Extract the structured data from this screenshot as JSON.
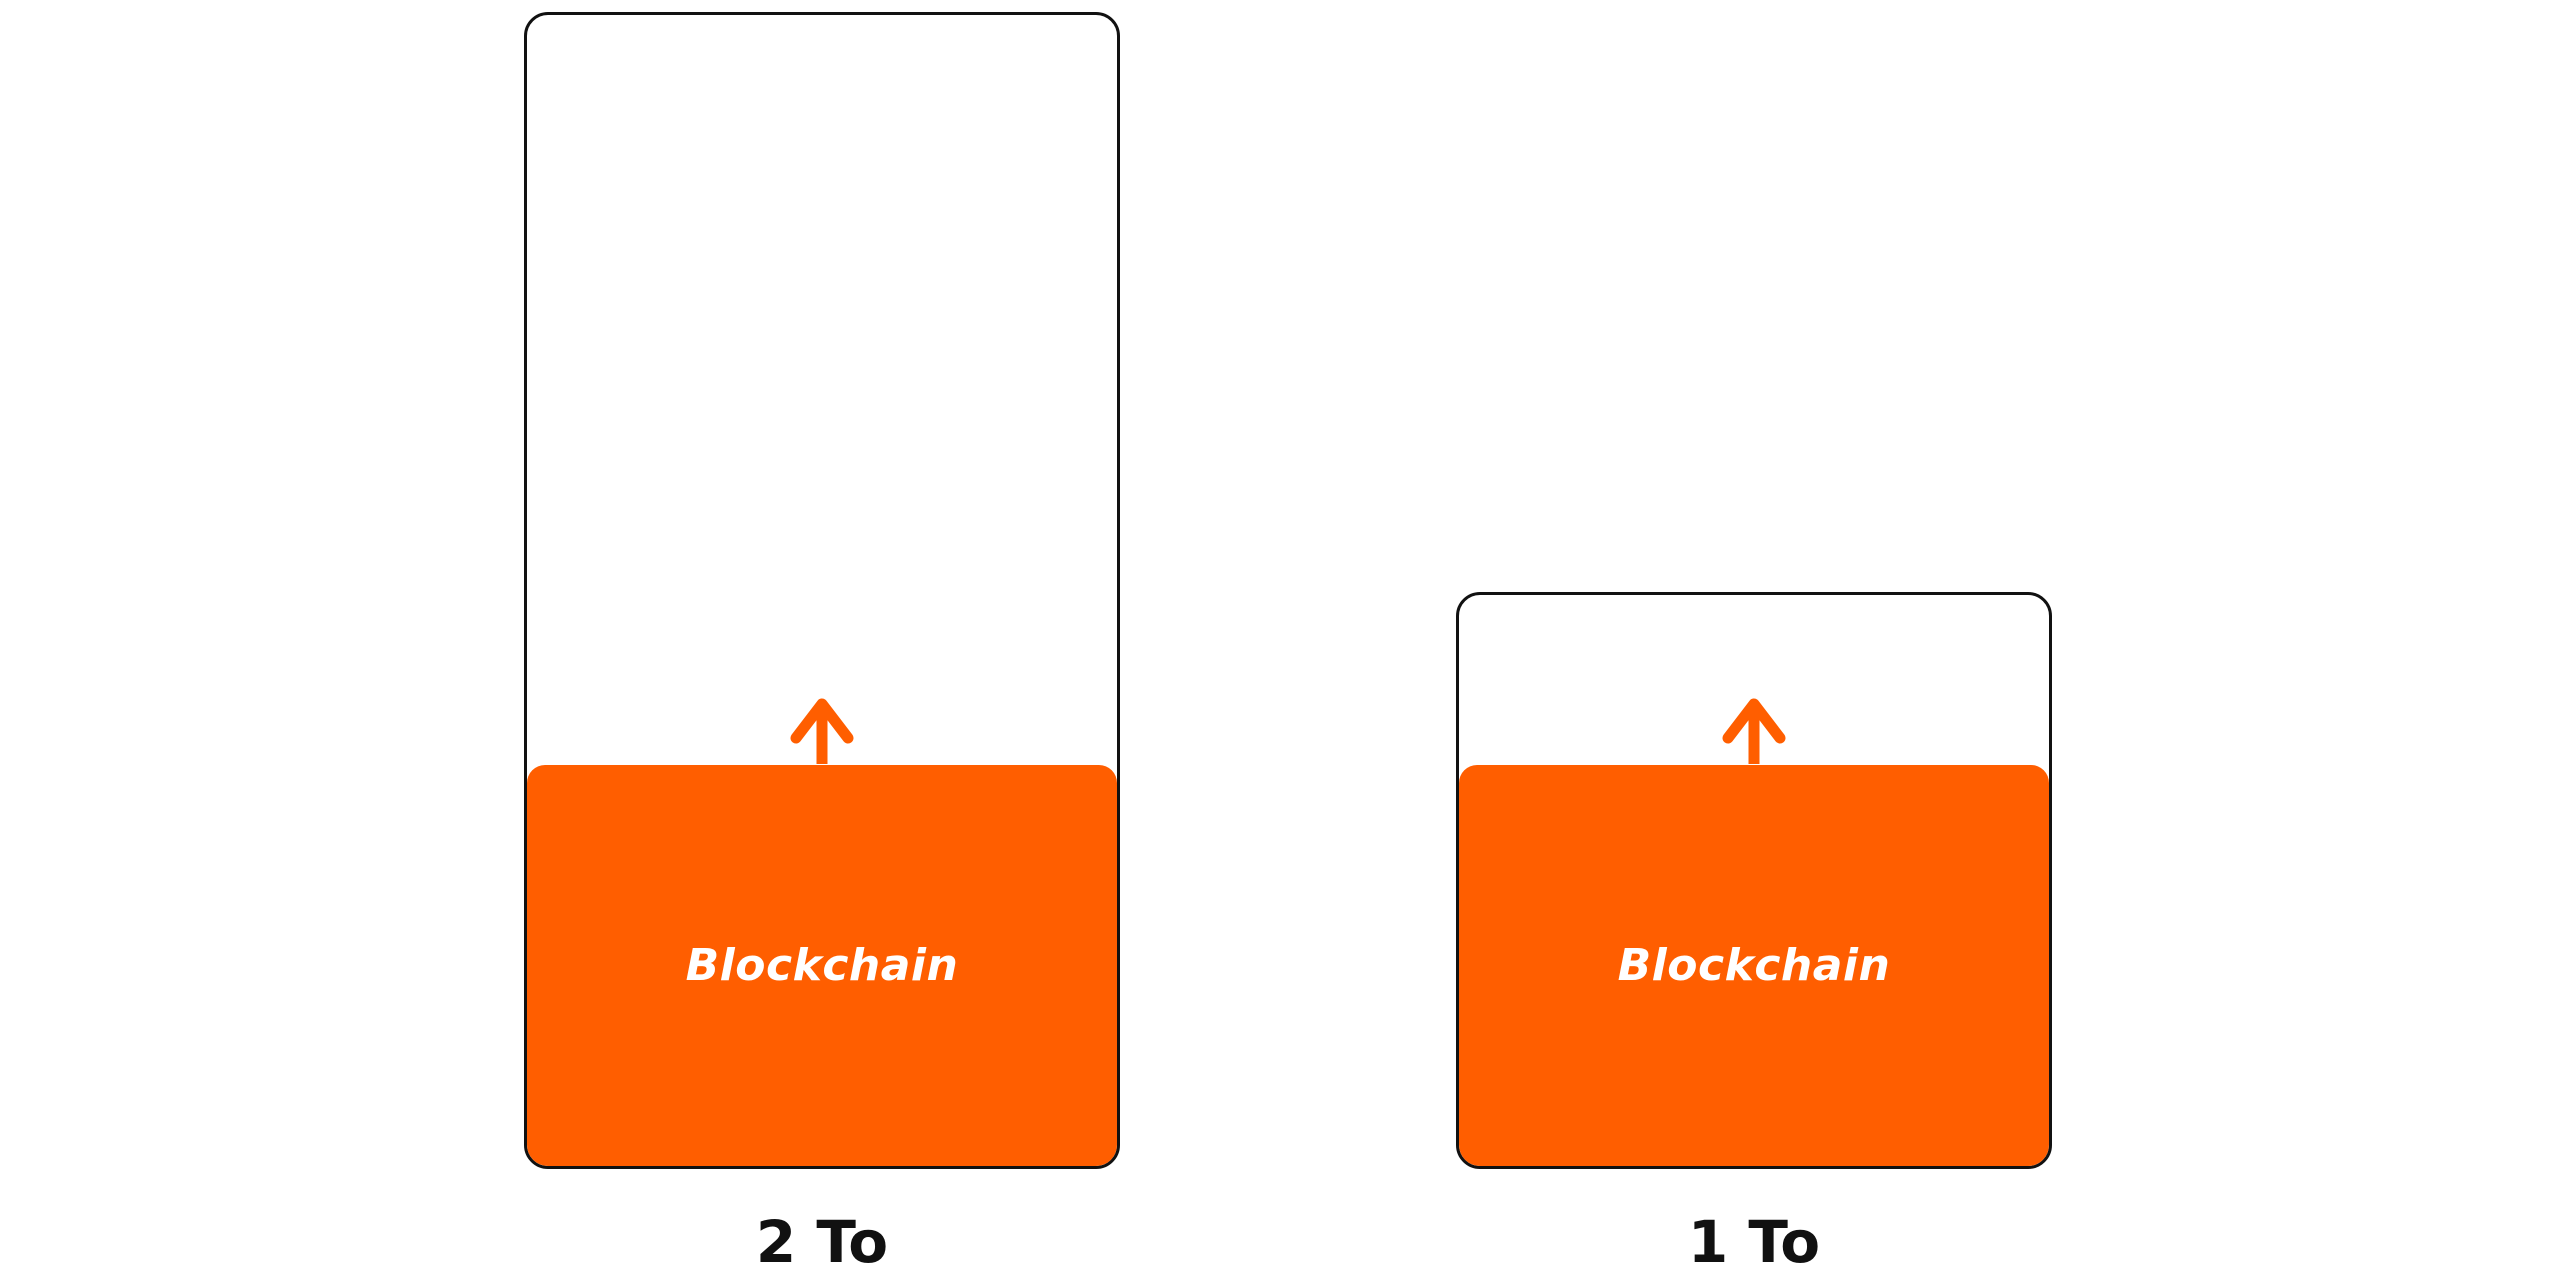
{
  "colors": {
    "accent": "#ff5e00",
    "outline": "#111111",
    "fill_text": "#ffffff"
  },
  "containers": [
    {
      "fill_label": "Blockchain",
      "size_label": "2 To",
      "arrow_icon": "arrow-up-icon"
    },
    {
      "fill_label": "Blockchain",
      "size_label": "1 To",
      "arrow_icon": "arrow-up-icon"
    }
  ]
}
